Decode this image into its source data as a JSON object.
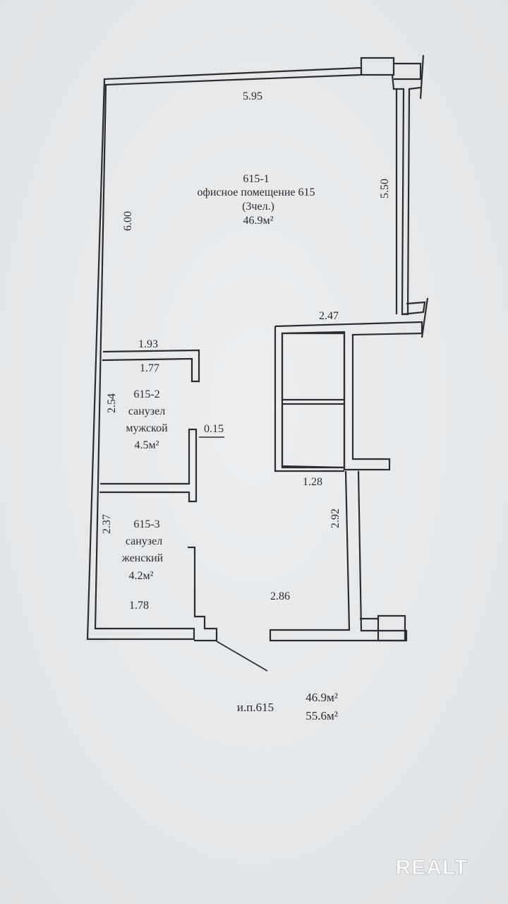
{
  "rooms": {
    "r1": {
      "id": "615-1",
      "name": "офисное помещение 615",
      "capacity": "(3чел.)",
      "area": "46.9м²"
    },
    "r2": {
      "id": "615-2",
      "name_line1": "санузел",
      "name_line2": "мужской",
      "area": "4.5м²"
    },
    "r3": {
      "id": "615-3",
      "name_line1": "санузел",
      "name_line2": "женский",
      "area": "4.2м²"
    }
  },
  "dims": {
    "top": "5.95",
    "left_main": "6.00",
    "right_main": "5.50",
    "top_shaft": "2.47",
    "mid_left": "1.93",
    "r2_width": "1.77",
    "r2_height": "2.54",
    "wall_offset": "0.15",
    "shaft_bottom": "1.28",
    "corridor_height": "2.92",
    "r3_height": "2.37",
    "r3_width": "1.78",
    "corridor_width": "2.86"
  },
  "summary": {
    "label": "и.п.615",
    "area1": "46.9м²",
    "area2": "55.6м²"
  },
  "watermark": "REALT",
  "colors": {
    "paper": "#e9ebec",
    "ink": "#2a2b2e"
  }
}
